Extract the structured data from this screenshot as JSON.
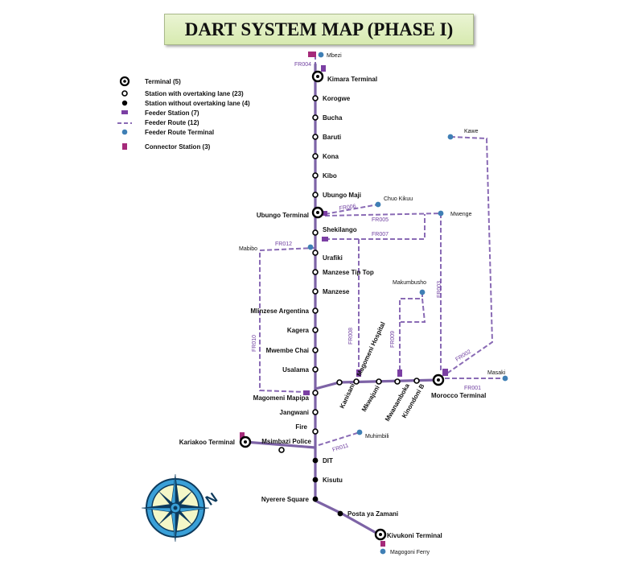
{
  "title": "DART SYSTEM MAP (PHASE I)",
  "colors": {
    "trunk": "#7d63a6",
    "feeder": "#8a6bb5",
    "feeder_station": "#7b3fa3",
    "feeder_terminal": "#3f7fb5",
    "connector": "#a52a7a"
  },
  "legend": [
    {
      "symbol": "terminal",
      "label": "Terminal (5)"
    },
    {
      "symbol": "station-overtaking",
      "label": "Station with overtaking lane (23)"
    },
    {
      "symbol": "station-no-overtaking",
      "label": "Station without overtaking lane (4)"
    },
    {
      "symbol": "feeder-station",
      "label": "Feeder Station (7)"
    },
    {
      "symbol": "feeder-route",
      "label": "Feeder Route (12)"
    },
    {
      "symbol": "feeder-route-terminal",
      "label": "Feeder Route  Terminal"
    },
    {
      "symbol": "connector-station",
      "label": "Connector Station (3)"
    }
  ],
  "trunk_stations": {
    "mbezi": "Mbezi",
    "kimara": "Kimara Terminal",
    "korogwe": "Korogwe",
    "bucha": "Bucha",
    "baruti": "Baruti",
    "kona": "Kona",
    "kibo": "Kibo",
    "ubungo_maji": "Ubungo Maji",
    "ubungo_terminal": "Ubungo Terminal",
    "shekilango": "Shekilango",
    "urafiki": "Urafiki",
    "manzese_tiptop": "Manzese Tip Top",
    "manzese": "Manzese",
    "mlinzese": "Mlinzese Argentina",
    "kagera": "Kagera",
    "mwembe_chai": "Mwembe Chai",
    "usalama": "Usalama",
    "magomeni_mapipa": "Magomeni Mapipa",
    "jangwani": "Jangwani",
    "fire": "Fire",
    "msimbazi": "Msimbazi Police",
    "kariakoo": "Kariakoo Terminal",
    "dit": "DIT",
    "kisutu": "Kisutu",
    "nyerere": "Nyerere Square",
    "posta": "Posta ya Zamani",
    "kivukoni": "Kivukoni Terminal",
    "magogoni": "Magogoni Ferry"
  },
  "branch_stations": {
    "magomeni_hospital": "Magomeni Hospital",
    "kanisani": "Kanisani",
    "mkwajuni": "Mkwajuni",
    "mwanamboka": "Mwanamboka",
    "kinondoni": "Kinondoni B",
    "morocco": "Morocco Terminal"
  },
  "feeder_terminals": {
    "chuo_kikuu": "Chuo Kikuu",
    "mwenge": "Mwenge",
    "kawe": "Kawe",
    "mabibo": "Mabibo",
    "makumbusho": "Makumbusho",
    "masaki": "Masaki",
    "muhimbili": "Muhimbili"
  },
  "feeder_routes": {
    "fr001": "FR001",
    "fr002": "FR002",
    "fr003": "FR003",
    "fr004": "FR004",
    "fr005": "FR005",
    "fr006": "FR006",
    "fr007": "FR007",
    "fr008": "FR008",
    "fr009": "FR009",
    "fr010": "FR010",
    "fr011": "FR011",
    "fr012": "FR012"
  },
  "compass": {
    "direction_letter": "N"
  }
}
